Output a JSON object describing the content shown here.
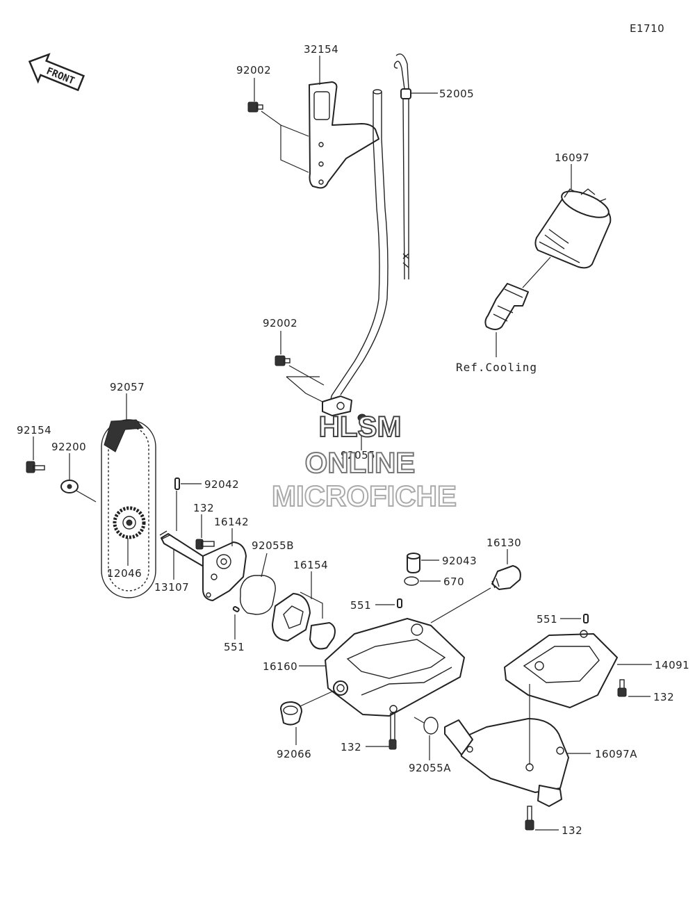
{
  "diagram_id": "E1710",
  "front_arrow_label": "FRONT",
  "watermark": {
    "line1": "HLSM",
    "line2": "ONLINE",
    "line3": "MICROFICHE"
  },
  "labels": {
    "p32154": "32154",
    "p92002_top": "92002",
    "p52005": "52005",
    "p16097": "16097",
    "ref_cooling": "Ref.Cooling",
    "p92002_mid": "92002",
    "p92055": "92055",
    "p92057": "92057",
    "p92154": "92154",
    "p92200": "92200",
    "p92042": "92042",
    "p132_a": "132",
    "p16142": "16142",
    "p92055B": "92055B",
    "p16154": "16154",
    "p12046": "12046",
    "p13107": "13107",
    "p551_a": "551",
    "p92043": "92043",
    "p16130": "16130",
    "p670": "670",
    "p551_b": "551",
    "p551_c": "551",
    "p14091": "14091",
    "p16160": "16160",
    "p132_b": "132",
    "p92066": "92066",
    "p132_c": "132",
    "p92055A": "92055A",
    "p16097A": "16097A",
    "p132_d": "132"
  }
}
